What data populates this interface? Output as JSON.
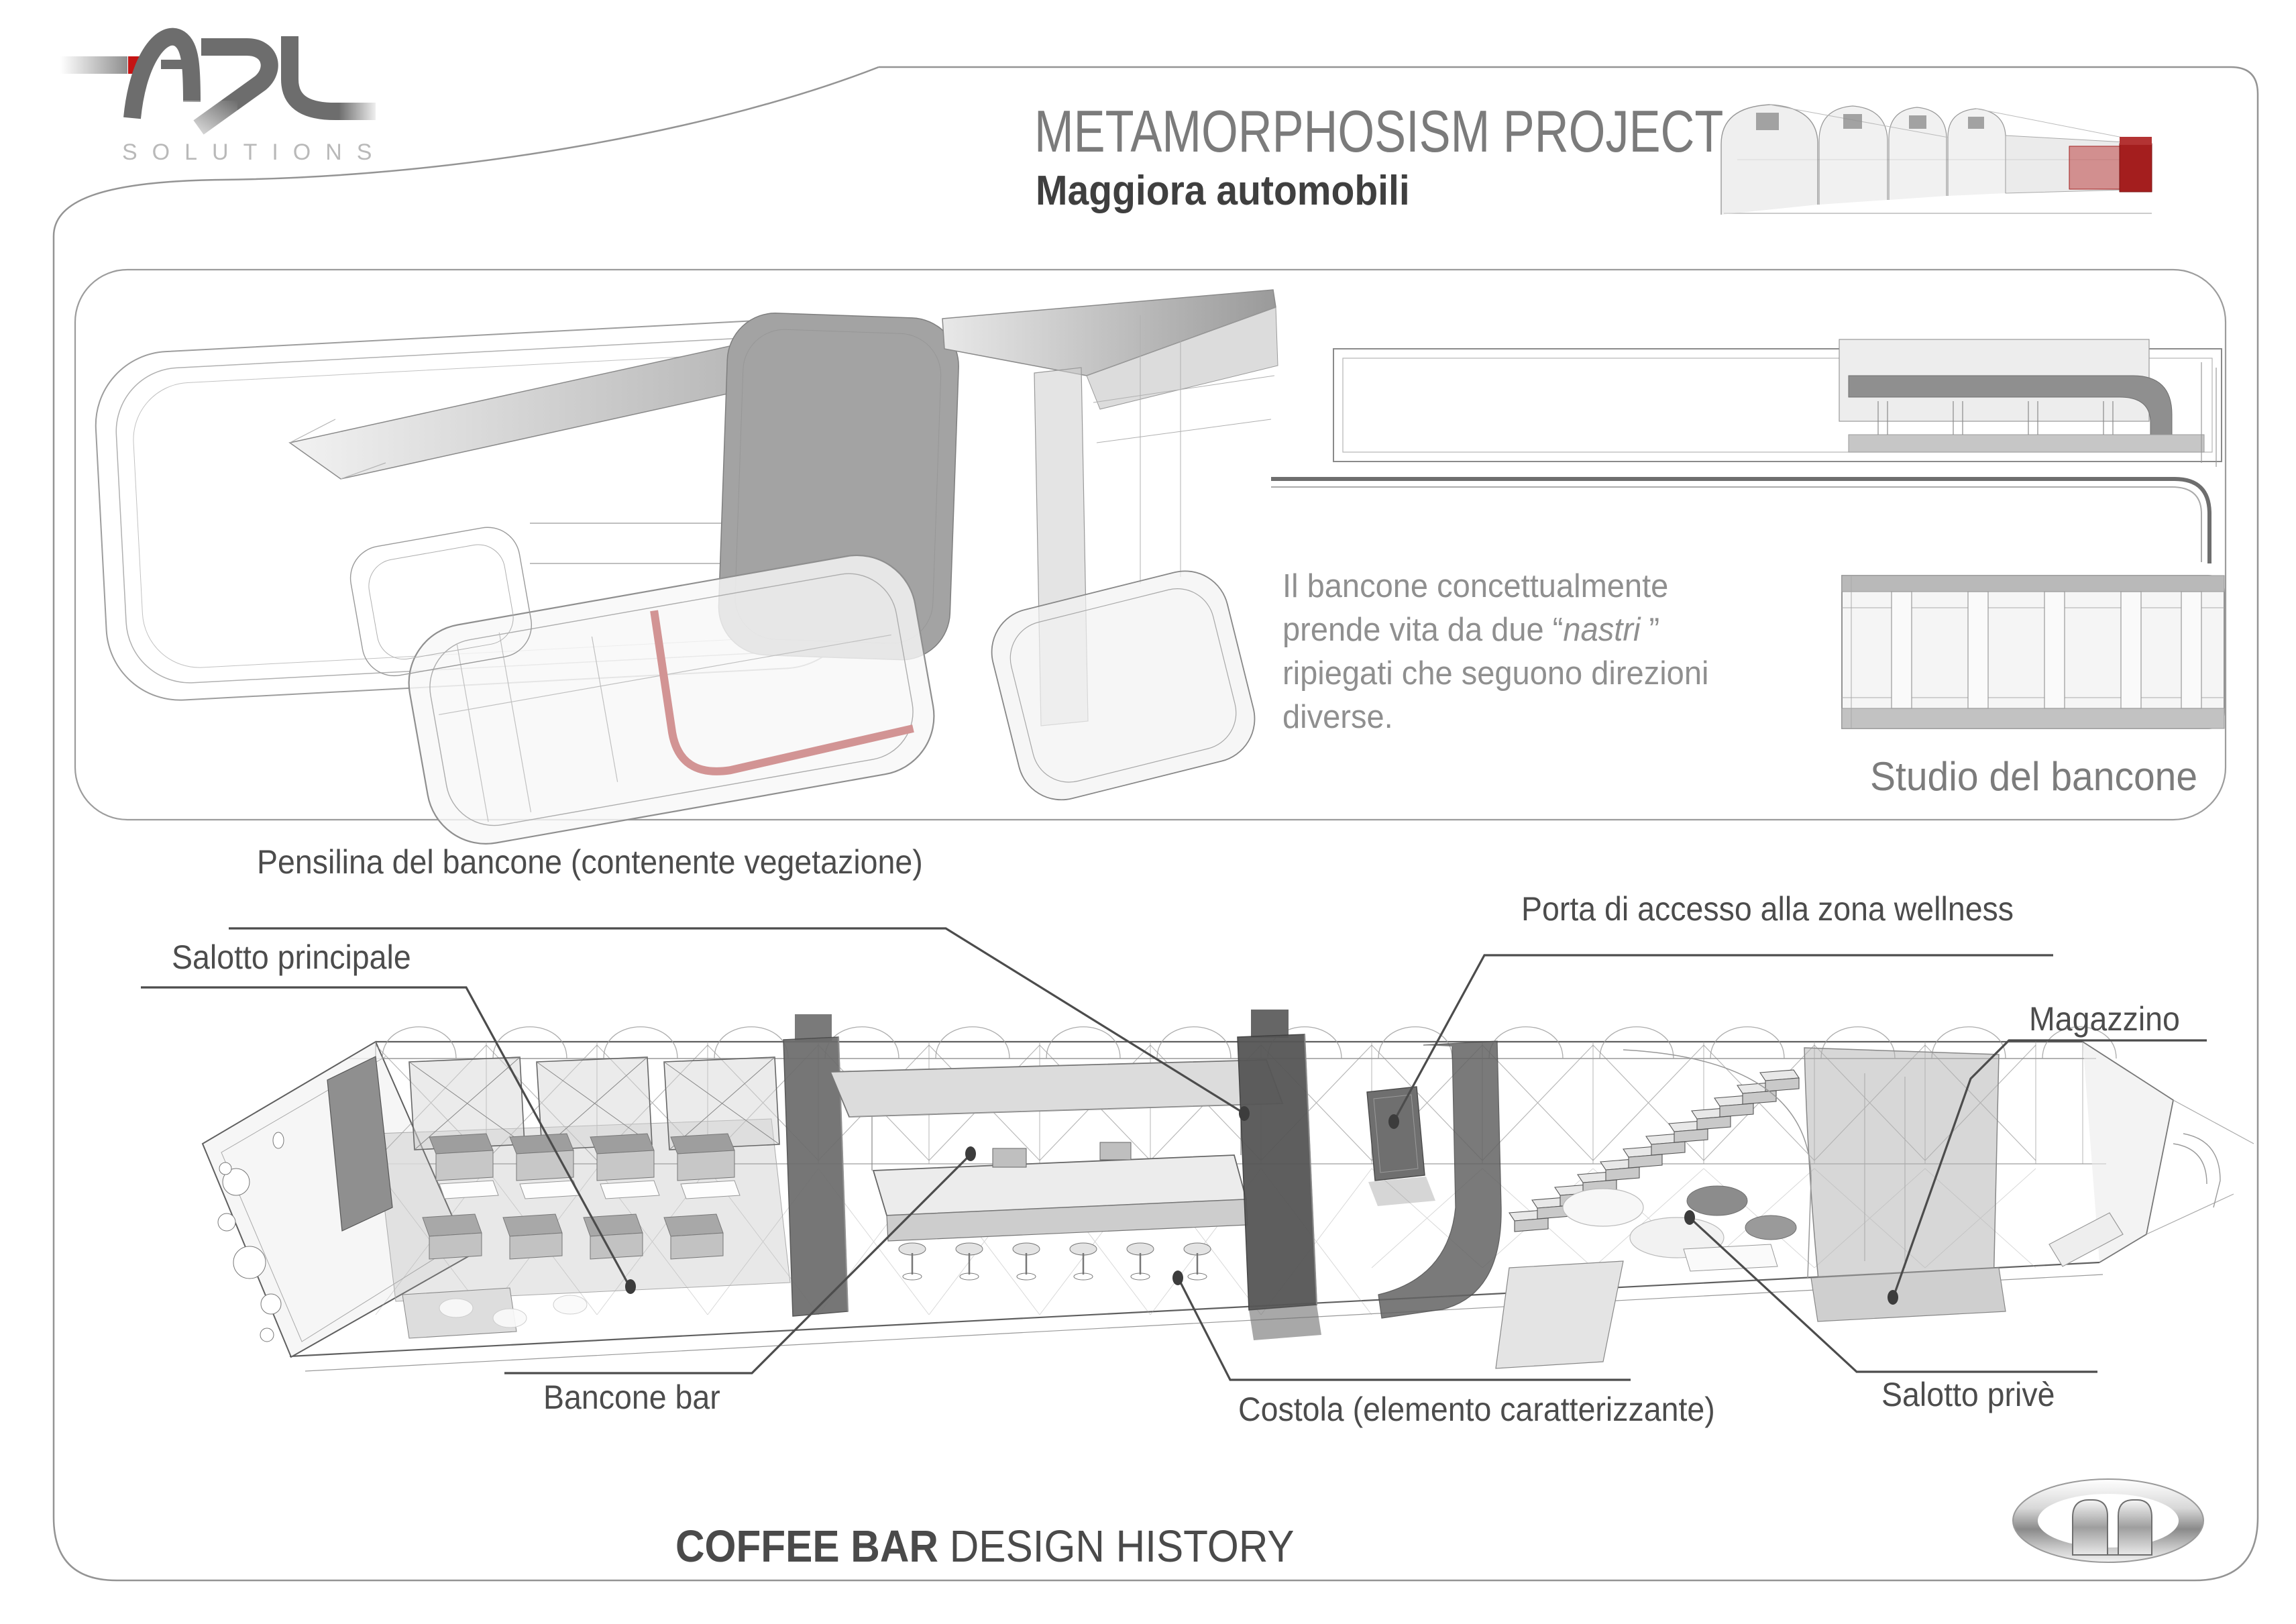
{
  "logo": {
    "brand": "ADL",
    "tagline": "SOLUTIONS"
  },
  "header": {
    "title": "METAMORPHOSISM PROJECT",
    "client": "Maggiora automobili"
  },
  "study_panel": {
    "caption": "Studio del bancone",
    "description": {
      "part1": "Il bancone concettualmente prende vita da due “",
      "italic": "nastri",
      "part2": " ” ripiegati che seguono direzioni diverse."
    }
  },
  "diagram": {
    "labels": [
      {
        "id": "pensilina",
        "text": "Pensilina del bancone (contenente vegetazione)"
      },
      {
        "id": "salotto-principale",
        "text": "Salotto principale"
      },
      {
        "id": "porta-wellness",
        "text": "Porta di accesso alla zona wellness"
      },
      {
        "id": "magazzino",
        "text": "Magazzino"
      },
      {
        "id": "bancone-bar",
        "text": "Bancone bar"
      },
      {
        "id": "costola",
        "text": "Costola (elemento caratterizzante)"
      },
      {
        "id": "salotto-prive",
        "text": "Salotto privè"
      }
    ]
  },
  "footer": {
    "bold": "COFFEE BAR",
    "rest": " DESIGN HISTORY"
  },
  "icons": {
    "adl_logo": "stylized ADL letters with red square accent",
    "maggiora_logo": "metallic oval M emblem",
    "building_render": "translucent arched warehouse 3D render with red section"
  },
  "colors": {
    "accent_red": "#c41414",
    "label_line": "#4c4c4c",
    "panel_border": "#949494",
    "body_text": "#8f8f8f",
    "title_gray": "#7b7b7b",
    "subtitle_dark": "#3f3f3f",
    "tagline_gray": "#b9b9b9"
  }
}
